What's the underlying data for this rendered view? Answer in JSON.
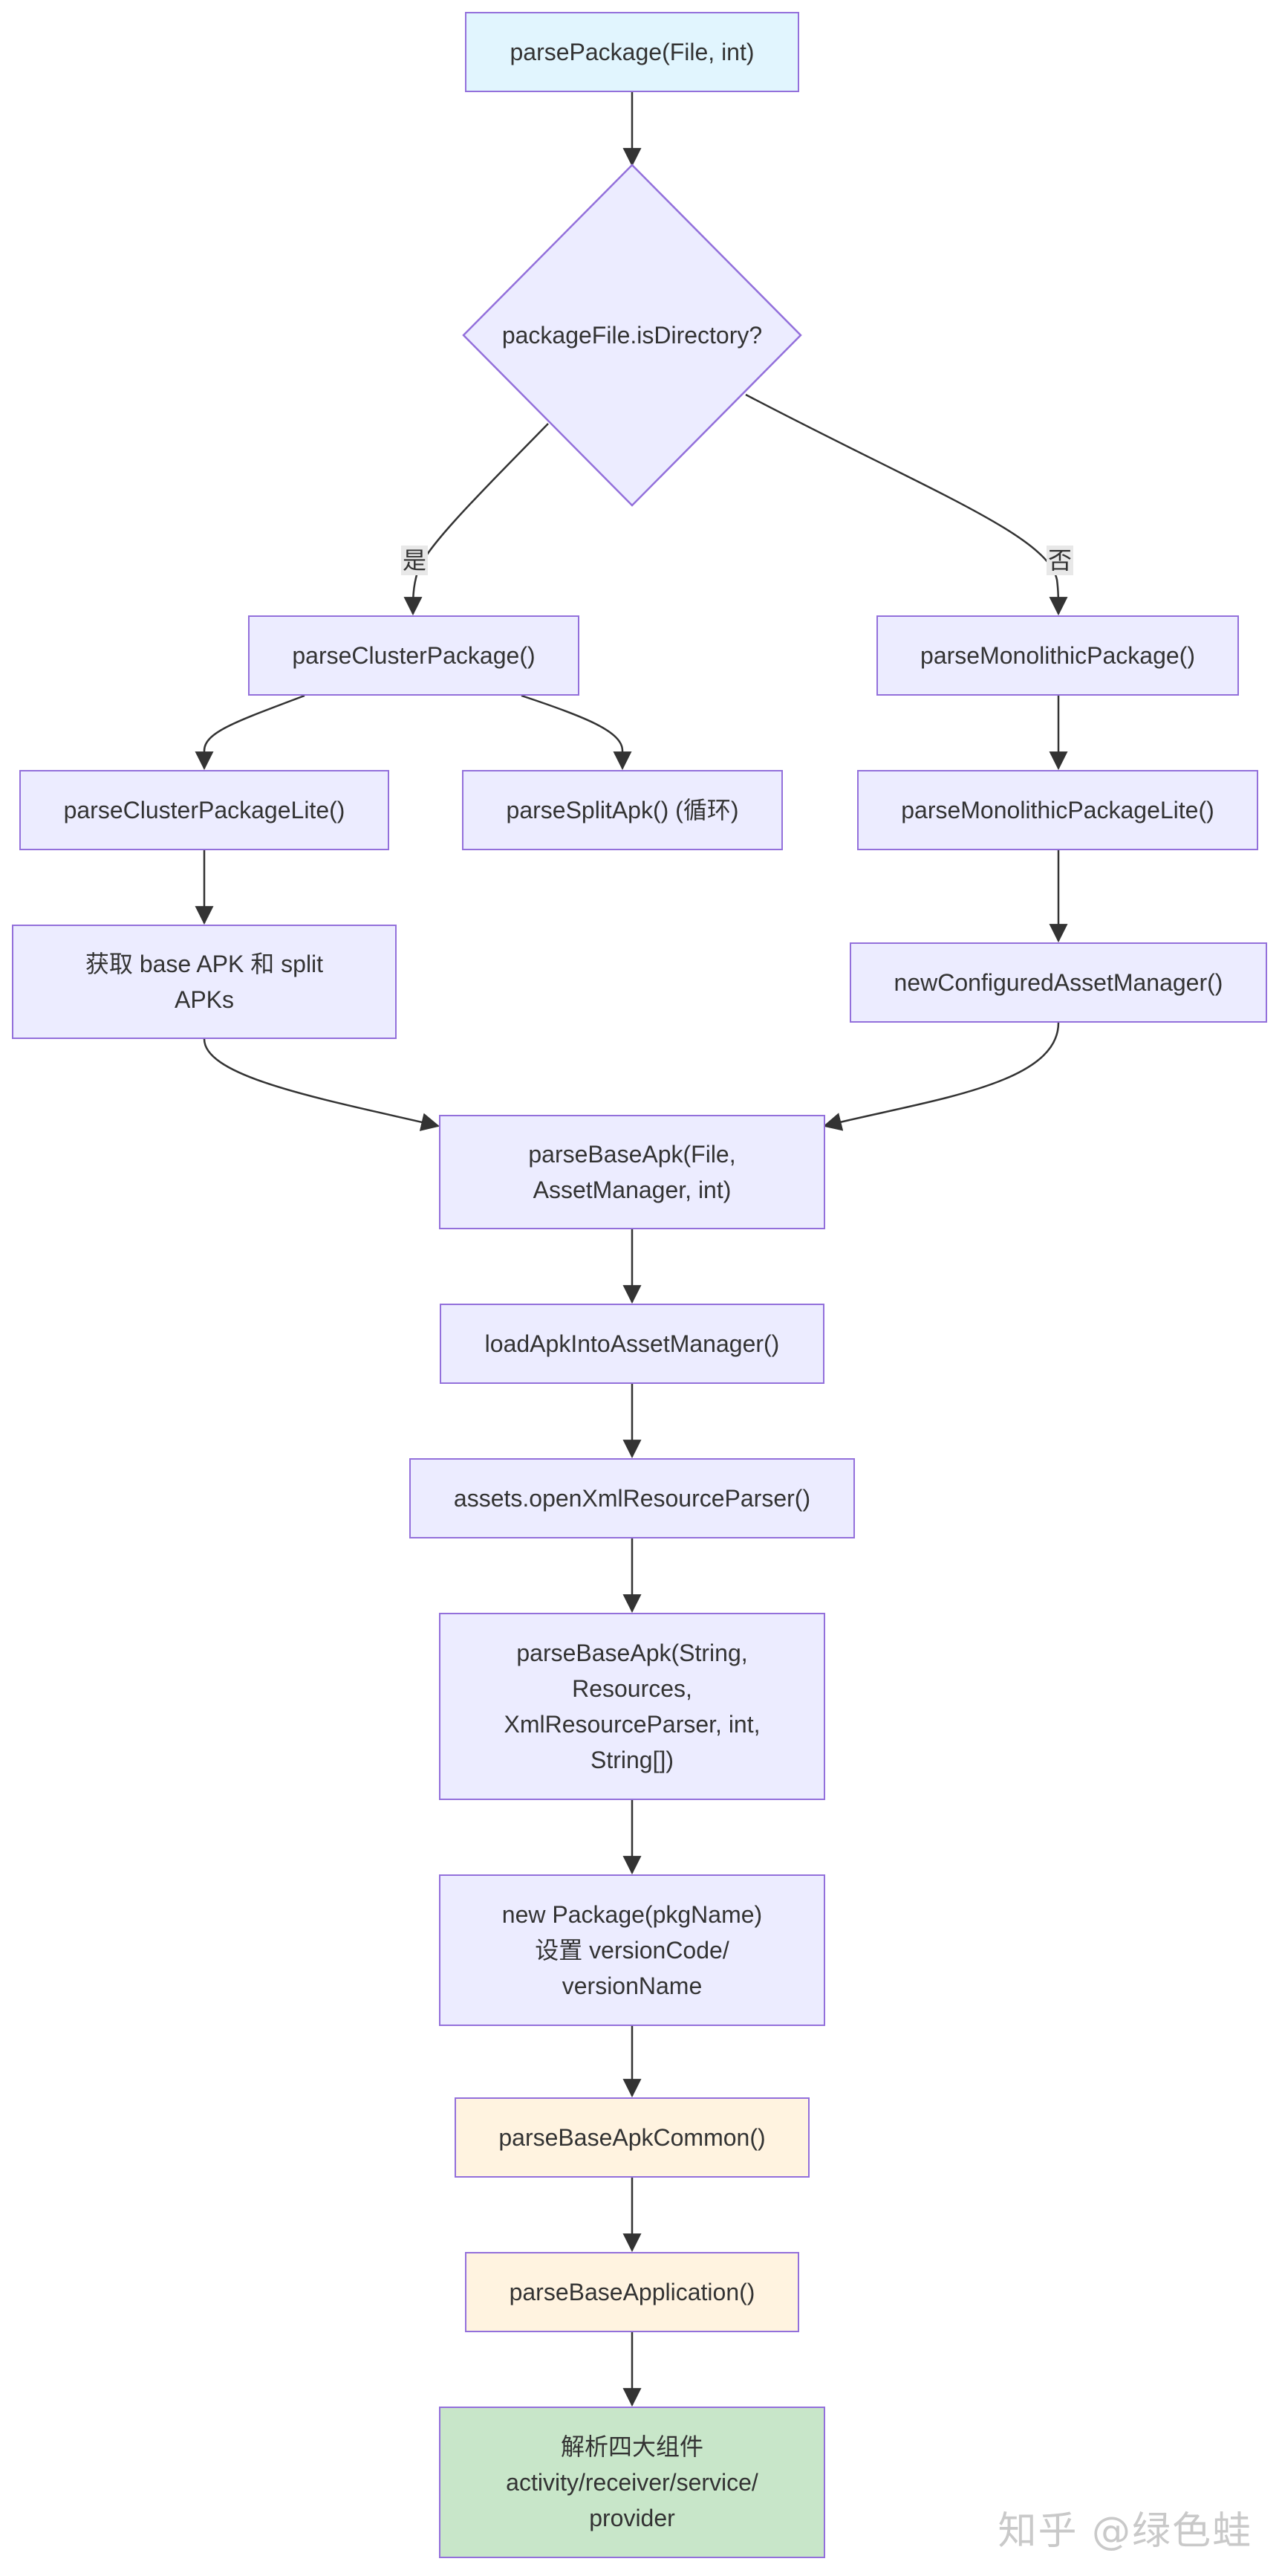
{
  "nodes": {
    "parse_package": "parsePackage(File, int)",
    "is_directory": "packageFile.isDirectory?",
    "parse_cluster_package": "parseClusterPackage()",
    "parse_monolithic_package": "parseMonolithicPackage()",
    "parse_cluster_package_lite": "parseClusterPackageLite()",
    "parse_split_apk": "parseSplitApk() (循环)",
    "parse_monolithic_package_lite": "parseMonolithicPackageLite()",
    "get_base_and_split_line1": "获取 base APK 和 split",
    "get_base_and_split_line2": "APKs",
    "new_configured_asset_manager": "newConfiguredAssetManager()",
    "parse_base_apk_file_line1": "parseBaseApk(File,",
    "parse_base_apk_file_line2": "AssetManager, int)",
    "load_apk_into_asset_manager": "loadApkIntoAssetManager()",
    "open_xml_resource_parser": "assets.openXmlResourceParser()",
    "parse_base_apk_string_line1": "parseBaseApk(String,",
    "parse_base_apk_string_line2": "Resources,",
    "parse_base_apk_string_line3": "XmlResourceParser, int,",
    "parse_base_apk_string_line4": "String[])",
    "new_package_line1": "new Package(pkgName)",
    "new_package_line2": "设置 versionCode/",
    "new_package_line3": "versionName",
    "parse_base_apk_common": "parseBaseApkCommon()",
    "parse_base_application": "parseBaseApplication()",
    "components_line1": "解析四大组件",
    "components_line2": "activity/receiver/service/",
    "components_line3": "provider"
  },
  "edge_labels": {
    "yes": "是",
    "no": "否"
  },
  "watermark": "知乎 @绿色蛙",
  "colors": {
    "node_fill": "#ECECFF",
    "node_border": "#9370DB",
    "start_fill": "#E1F5FE",
    "warm_fill": "#FFF3E0",
    "final_fill": "#C8E6C9",
    "edge": "#333333"
  }
}
